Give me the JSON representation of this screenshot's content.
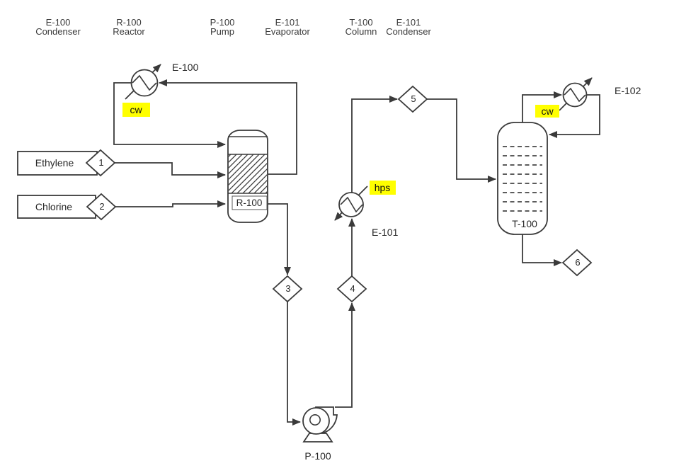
{
  "header": {
    "items": [
      {
        "code": "E-100",
        "name": "Condenser"
      },
      {
        "code": "R-100",
        "name": "Reactor"
      },
      {
        "code": "P-100",
        "name": "Pump"
      },
      {
        "code": "E-101",
        "name": "Evaporator"
      },
      {
        "code": "T-100",
        "name": "Column"
      },
      {
        "code": "E-101",
        "name": "Condenser"
      }
    ]
  },
  "feeds": {
    "feed1": {
      "label": "Ethylene"
    },
    "feed2": {
      "label": "Chlorine"
    }
  },
  "streams": [
    "1",
    "2",
    "3",
    "4",
    "5",
    "6"
  ],
  "equipment": {
    "e100": {
      "tag": "E-100",
      "utility": "cw"
    },
    "e101": {
      "tag": "E-101",
      "utility": "hps"
    },
    "e102": {
      "tag": "E-102",
      "utility": "cw"
    },
    "r100": {
      "tag": "R-100"
    },
    "t100": {
      "tag": "T-100"
    },
    "p100": {
      "tag": "P-100"
    }
  },
  "colors": {
    "line": "#3a3a3a",
    "text": "#272727",
    "utility_highlight": "#ffff00",
    "shape_fill": "#ffffff"
  }
}
